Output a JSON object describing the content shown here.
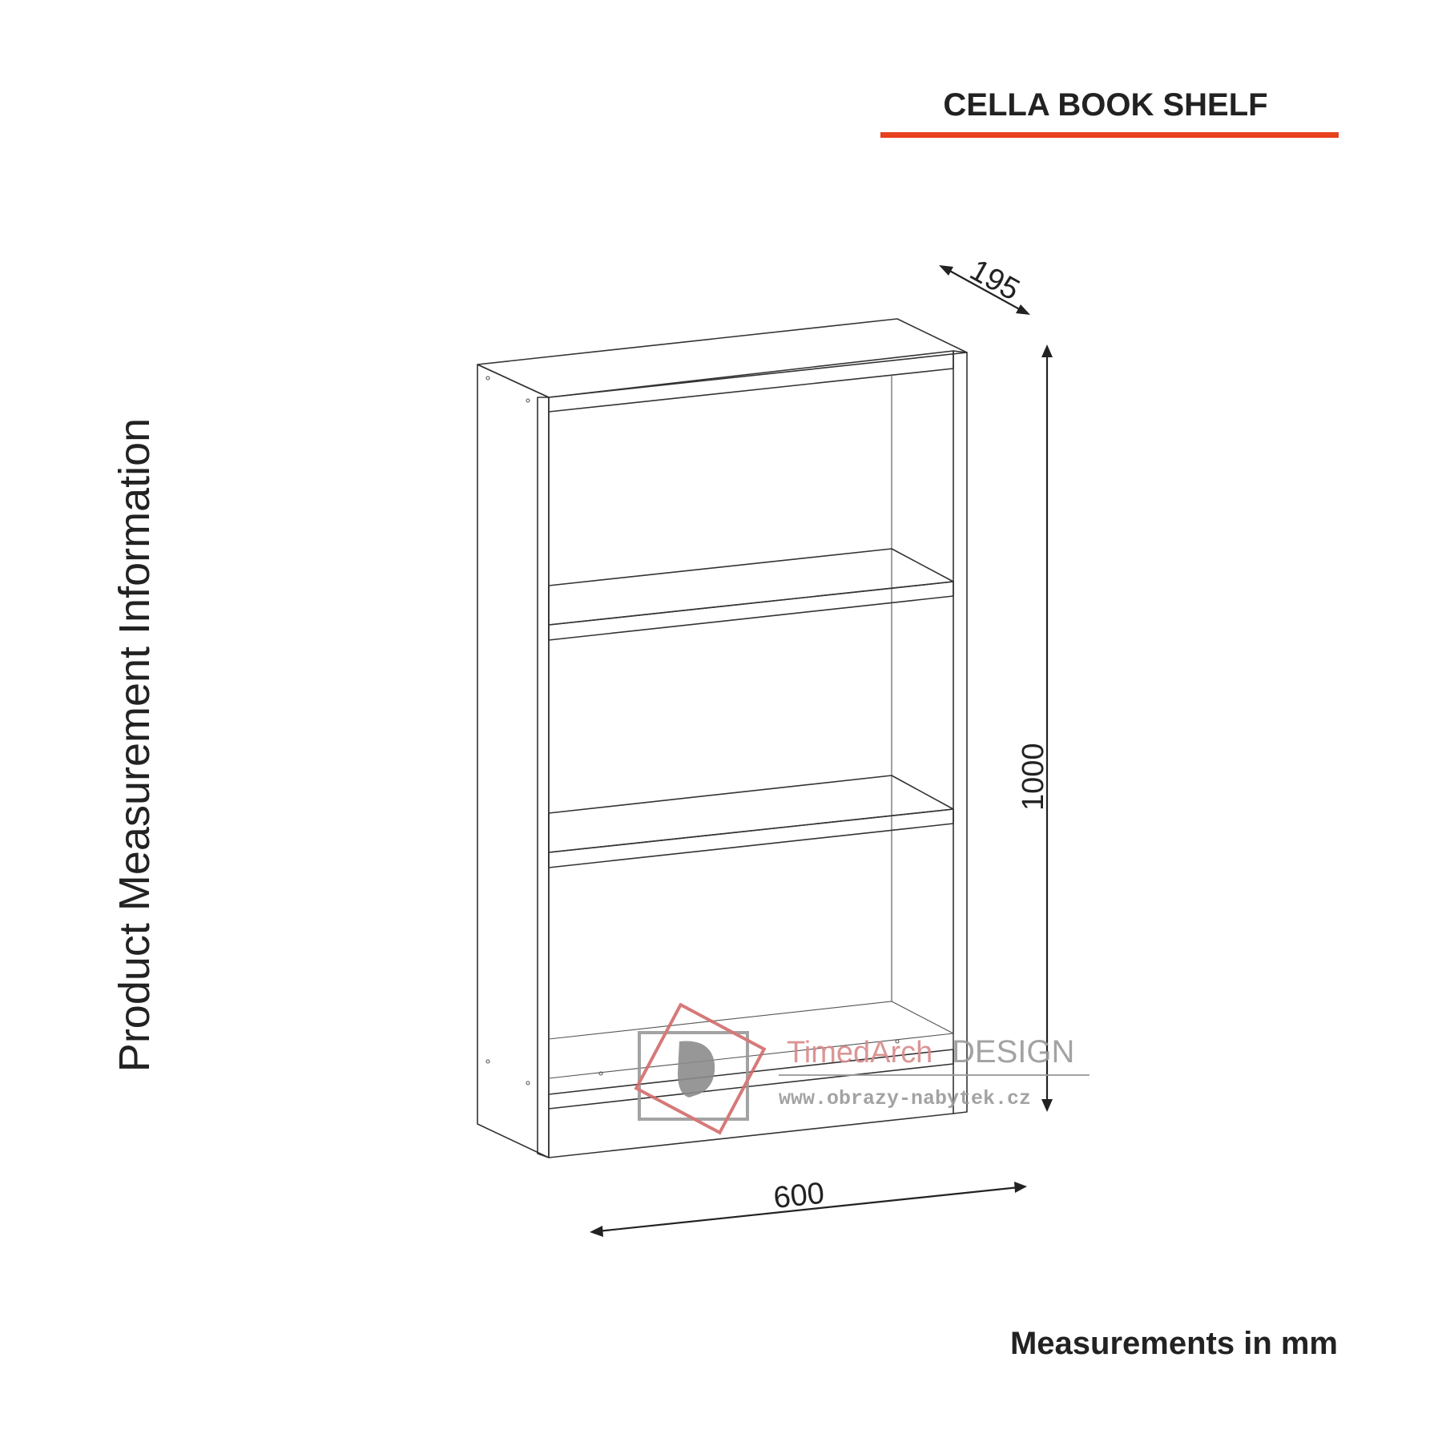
{
  "header": {
    "title": "CELLA BOOK SHELF"
  },
  "side_heading": "Product Measurement Information",
  "footer": {
    "units_note": "Measurements in mm"
  },
  "dimensions": {
    "depth": "195",
    "height": "1000",
    "width": "600"
  },
  "watermark": {
    "brand_part1": "TimedArch",
    "brand_part2": "DESIGN",
    "url": "www.obrazy-nabytek.cz"
  },
  "colors": {
    "accent": "#e8411e",
    "text": "#222222",
    "line": "#333333"
  }
}
